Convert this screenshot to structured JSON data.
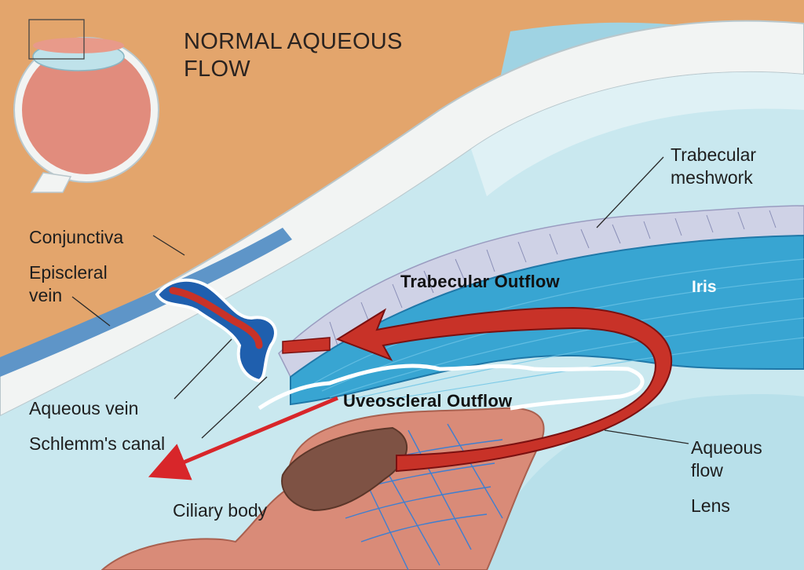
{
  "diagram": {
    "title_line1": "NORMAL AQUEOUS",
    "title_line2": "FLOW",
    "labels": {
      "conjunctiva": "Conjunctiva",
      "episcleral_vein_line1": "Episcleral",
      "episcleral_vein_line2": "vein",
      "aqueous_vein": "Aqueous vein",
      "schlemms_canal": "Schlemm's canal",
      "ciliary_body": "Ciliary body",
      "trabecular_meshwork_line1": "Trabecular",
      "trabecular_meshwork_line2": "meshwork",
      "iris": "Iris",
      "aqueous_flow_line1": "Aqueous",
      "aqueous_flow_line2": "flow",
      "lens": "Lens",
      "trabecular_outflow": "Trabecular Outflow",
      "uveoscleral_outflow": "Uveoscleral Outflow"
    },
    "colors": {
      "background_tan": "#e3a56c",
      "sclera": "#f2f4f3",
      "anterior_chamber": "#c9e8ef",
      "iris_blue": "#38a5d2",
      "meshwork": "#cfd2e6",
      "ciliary_pink": "#d98b78",
      "ciliary_brown": "#7e5244",
      "vein_blue": "#1f5fae",
      "flow_red": "#c83228"
    }
  }
}
